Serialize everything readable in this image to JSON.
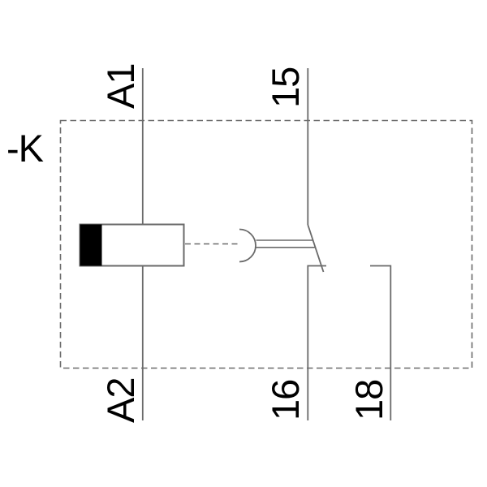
{
  "diagram": {
    "type": "relay-circuit-schematic",
    "device_tag": "-K",
    "terminals": {
      "coil_top": "A1",
      "coil_bottom": "A2",
      "contact_common": "15",
      "contact_nc": "16",
      "contact_no": "18"
    },
    "colors": {
      "background": "#ffffff",
      "line": "#6a6a6a",
      "text": "#000000",
      "coil_band_fill": "#000000"
    }
  }
}
